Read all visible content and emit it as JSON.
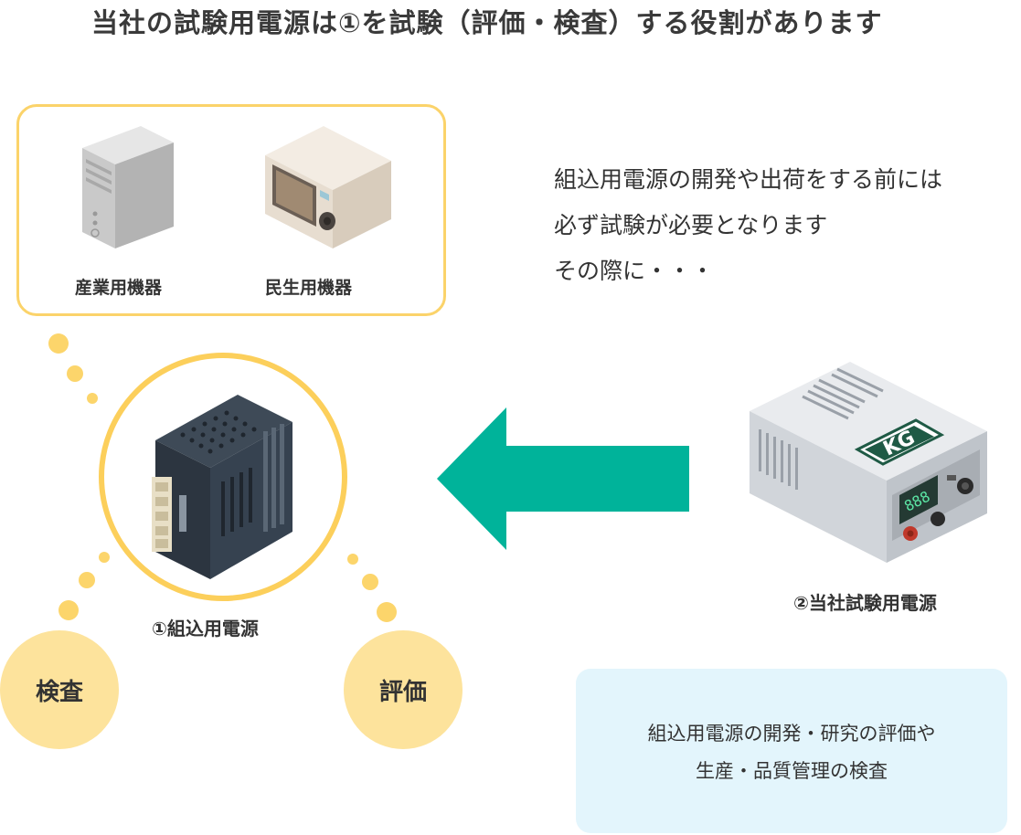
{
  "title": "当社の試験用電源は①を試験（評価・検査）する役割があります",
  "devices": {
    "industrial_label": "産業用機器",
    "consumer_label": "民生用機器"
  },
  "description": {
    "lines": [
      "組込用電源の開発や出荷をする前には",
      "必ず試験が必要となります",
      "その際に・・・"
    ]
  },
  "embedded_psu": {
    "label": "①組込用電源"
  },
  "test_psu": {
    "label": "②当社試験用電源",
    "logo_text": "KG",
    "display_text": "888"
  },
  "bubbles": {
    "inspection": "検査",
    "evaluation": "評価"
  },
  "info": {
    "lines": [
      "組込用電源の開発・研究の評価や",
      "生産・品質管理の検査"
    ]
  },
  "colors": {
    "yellow_border": "#fbd36a",
    "yellow_bubble": "#fde39c",
    "arrow_green": "#00b39a",
    "info_bg": "#e3f5fc"
  }
}
